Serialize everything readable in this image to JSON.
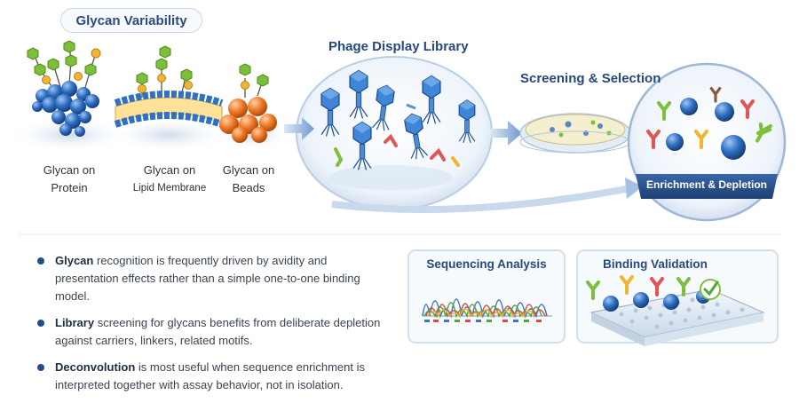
{
  "header": {
    "tag": "Glycan Variability"
  },
  "presentations": [
    {
      "line1": "Glycan on",
      "line2": "Protein"
    },
    {
      "line1": "Glycan on",
      "line2": "Lipid Membrane"
    },
    {
      "line1": "Glycan on",
      "line2": "Beads"
    }
  ],
  "sections": {
    "library": "Phage Display Library",
    "screening": "Screening & Selection",
    "enrichment": "Enrichment & Depletion",
    "sequencing": "Sequencing Analysis",
    "validation": "Binding Validation"
  },
  "bullets": [
    {
      "bold": "Glycan",
      "text": " recognition is frequently driven by avidity and presentation effects rather than a simple one-to-one binding model."
    },
    {
      "bold": "Library",
      "text": " screening for glycans benefits from deliberate depletion against carriers, linkers, related motifs."
    },
    {
      "bold": "Deconvolution",
      "text": " is most useful when sequence enrichment is interpreted together with assay behavior, not in isolation."
    }
  ],
  "colors": {
    "accent": "#26497d",
    "glycan_green": "#7cbf3a",
    "glycan_yellow": "#f2b531",
    "protein_blue": "#2f6fc4",
    "bead_orange": "#ef7a26"
  }
}
